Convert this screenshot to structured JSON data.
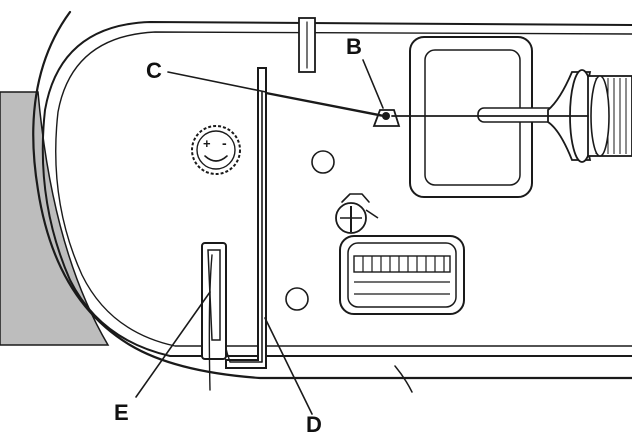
{
  "callouts": {
    "b": "B",
    "c": "C",
    "d": "D",
    "e": "E"
  },
  "colors": {
    "ink": "#1a1a1a",
    "grey_panel": "#bdbdbd",
    "background": "#ffffff"
  },
  "icons": [
    "tension-dial-icon",
    "bobbin-winder-icon",
    "stitch-selector-window"
  ]
}
